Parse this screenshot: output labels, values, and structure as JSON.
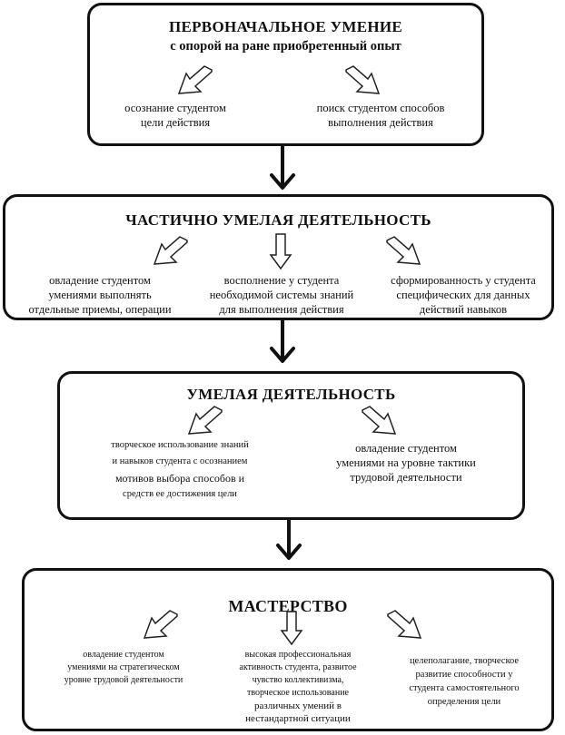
{
  "levels": [
    {
      "title": "ПЕРВОНАЧАЛЬНОЕ УМЕНИЕ",
      "subtitle": "с опорой на ране приобретенный опыт",
      "items": [
        {
          "lines": [
            "осознание студентом",
            "цели действия"
          ]
        },
        {
          "lines": [
            "поиск студентом способов",
            "выполнения действия"
          ]
        }
      ]
    },
    {
      "title": "ЧАСТИЧНО УМЕЛАЯ ДЕЯТЕЛЬНОСТЬ",
      "items": [
        {
          "lines": [
            "овладение студентом",
            "умениями выполнять",
            "отдельные приемы, операции"
          ]
        },
        {
          "lines": [
            "восполнение у студента",
            "необходимой системы знаний",
            "для выполнения действия"
          ]
        },
        {
          "lines": [
            "сформированность  у студента",
            "специфических для данных",
            "действий навыков"
          ]
        }
      ]
    },
    {
      "title": "УМЕЛАЯ ДЕЯТЕЛЬНОСТЬ",
      "items": [
        {
          "lines": [
            "творческое использование знаний",
            "и навыков студента с осознанием",
            "мотивов выбора способов и",
            "средств ее достижения цели"
          ]
        },
        {
          "lines": [
            "овладение студентом",
            "умениями на уровне тактики",
            "трудовой деятельности"
          ]
        }
      ]
    },
    {
      "title": "МАСТЕРСТВО",
      "items": [
        {
          "lines": [
            "овладение студентом",
            "умениями на стратегическом",
            "уровне трудовой деятельности"
          ]
        },
        {
          "lines": [
            "высокая профессиональная",
            "активность студента, развитое",
            "чувство коллективизма,",
            "творческое использование",
            "различных умений в",
            "нестандартной ситуации"
          ]
        },
        {
          "lines": [
            "целеполагание, творческое",
            "развитие способности у",
            "студента самостоятельного",
            "определения цели"
          ]
        }
      ]
    }
  ]
}
